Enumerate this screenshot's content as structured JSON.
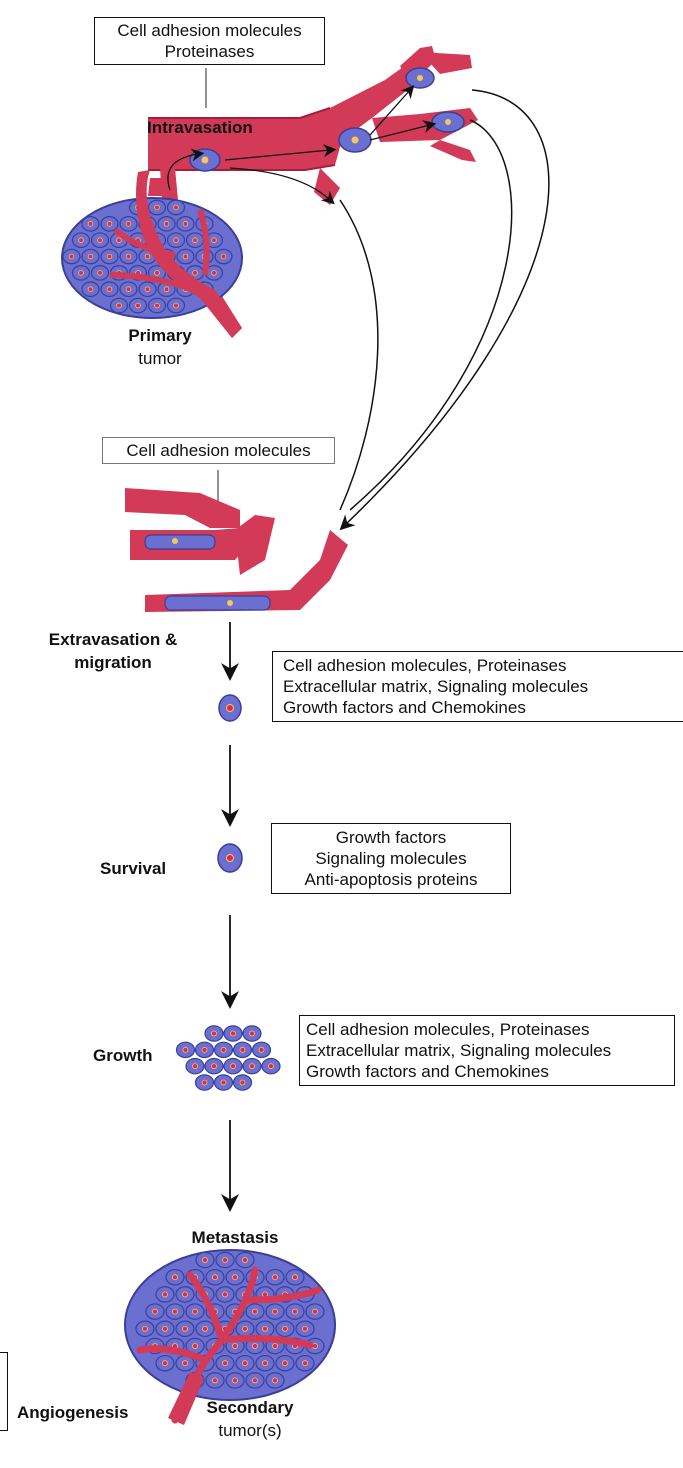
{
  "boxes": {
    "intravasation_box": [
      "Cell adhesion molecules",
      "Proteinases"
    ],
    "arrest_box": [
      "Cell adhesion molecules"
    ],
    "extravasation_box": [
      "Cell adhesion molecules, Proteinases",
      "Extracellular matrix, Signaling molecules",
      "Growth factors and Chemokines"
    ],
    "survival_box": [
      "Growth factors",
      "Signaling molecules",
      "Anti-apoptosis proteins"
    ],
    "growth_box": [
      "Cell adhesion molecules, Proteinases",
      "Extracellular matrix, Signaling molecules",
      "Growth factors and Chemokines"
    ]
  },
  "labels": {
    "intravasation": "Intravasation",
    "primary_bold": "Primary",
    "primary_sub": "tumor",
    "extravasation_1": "Extravasation &",
    "extravasation_2": "migration",
    "survival": "Survival",
    "growth": "Growth",
    "metastasis": "Metastasis",
    "angiogenesis": "Angiogenesis",
    "secondary_bold": "Secondary",
    "secondary_sub": "tumor(s)"
  },
  "colors": {
    "vessel": "#d23a57",
    "vessel_dark": "#a41f3c",
    "cell": "#6a6fd0",
    "cell_edge": "#3a3f9a",
    "nucleus": "#e3245a",
    "nucleus_glow": "#f3c85a",
    "ink": "#111111"
  }
}
